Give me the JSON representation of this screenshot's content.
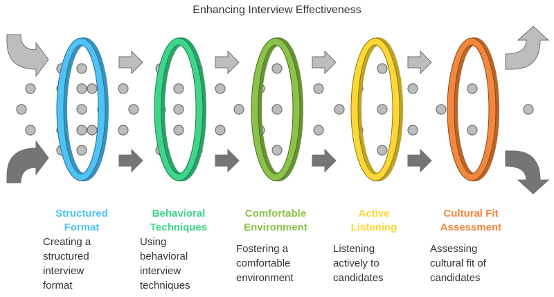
{
  "title": "Enhancing Interview Effectiveness",
  "stages": [
    {
      "label_line1": "Structured",
      "label_line2": "Format",
      "color": "#4FC3F7",
      "desc": [
        "Creating a",
        "structured",
        "interview",
        "format"
      ]
    },
    {
      "label_line1": "Behavioral",
      "label_line2": "Techniques",
      "color": "#3DD68C",
      "desc": [
        "Using",
        "behavioral",
        "interview",
        "techniques"
      ]
    },
    {
      "label_line1": "Comfortable",
      "label_line2": "Environment",
      "color": "#8BC34A",
      "desc": [
        "Fostering a",
        "comfortable",
        "environment"
      ]
    },
    {
      "label_line1": "Active",
      "label_line2": "Listening",
      "color": "#FDD835",
      "desc": [
        "Listening",
        "actively to",
        "candidates"
      ]
    },
    {
      "label_line1": "Cultural Fit",
      "label_line2": "Assessment",
      "color": "#F4873B",
      "desc": [
        "Assessing",
        "cultural fit of",
        "candidates"
      ]
    }
  ],
  "colors": {
    "arrow_light": "#BDBDBD",
    "arrow_dark": "#757575",
    "dot_fill": "#BDBDBD",
    "dot_stroke": "#6E6E6E"
  }
}
